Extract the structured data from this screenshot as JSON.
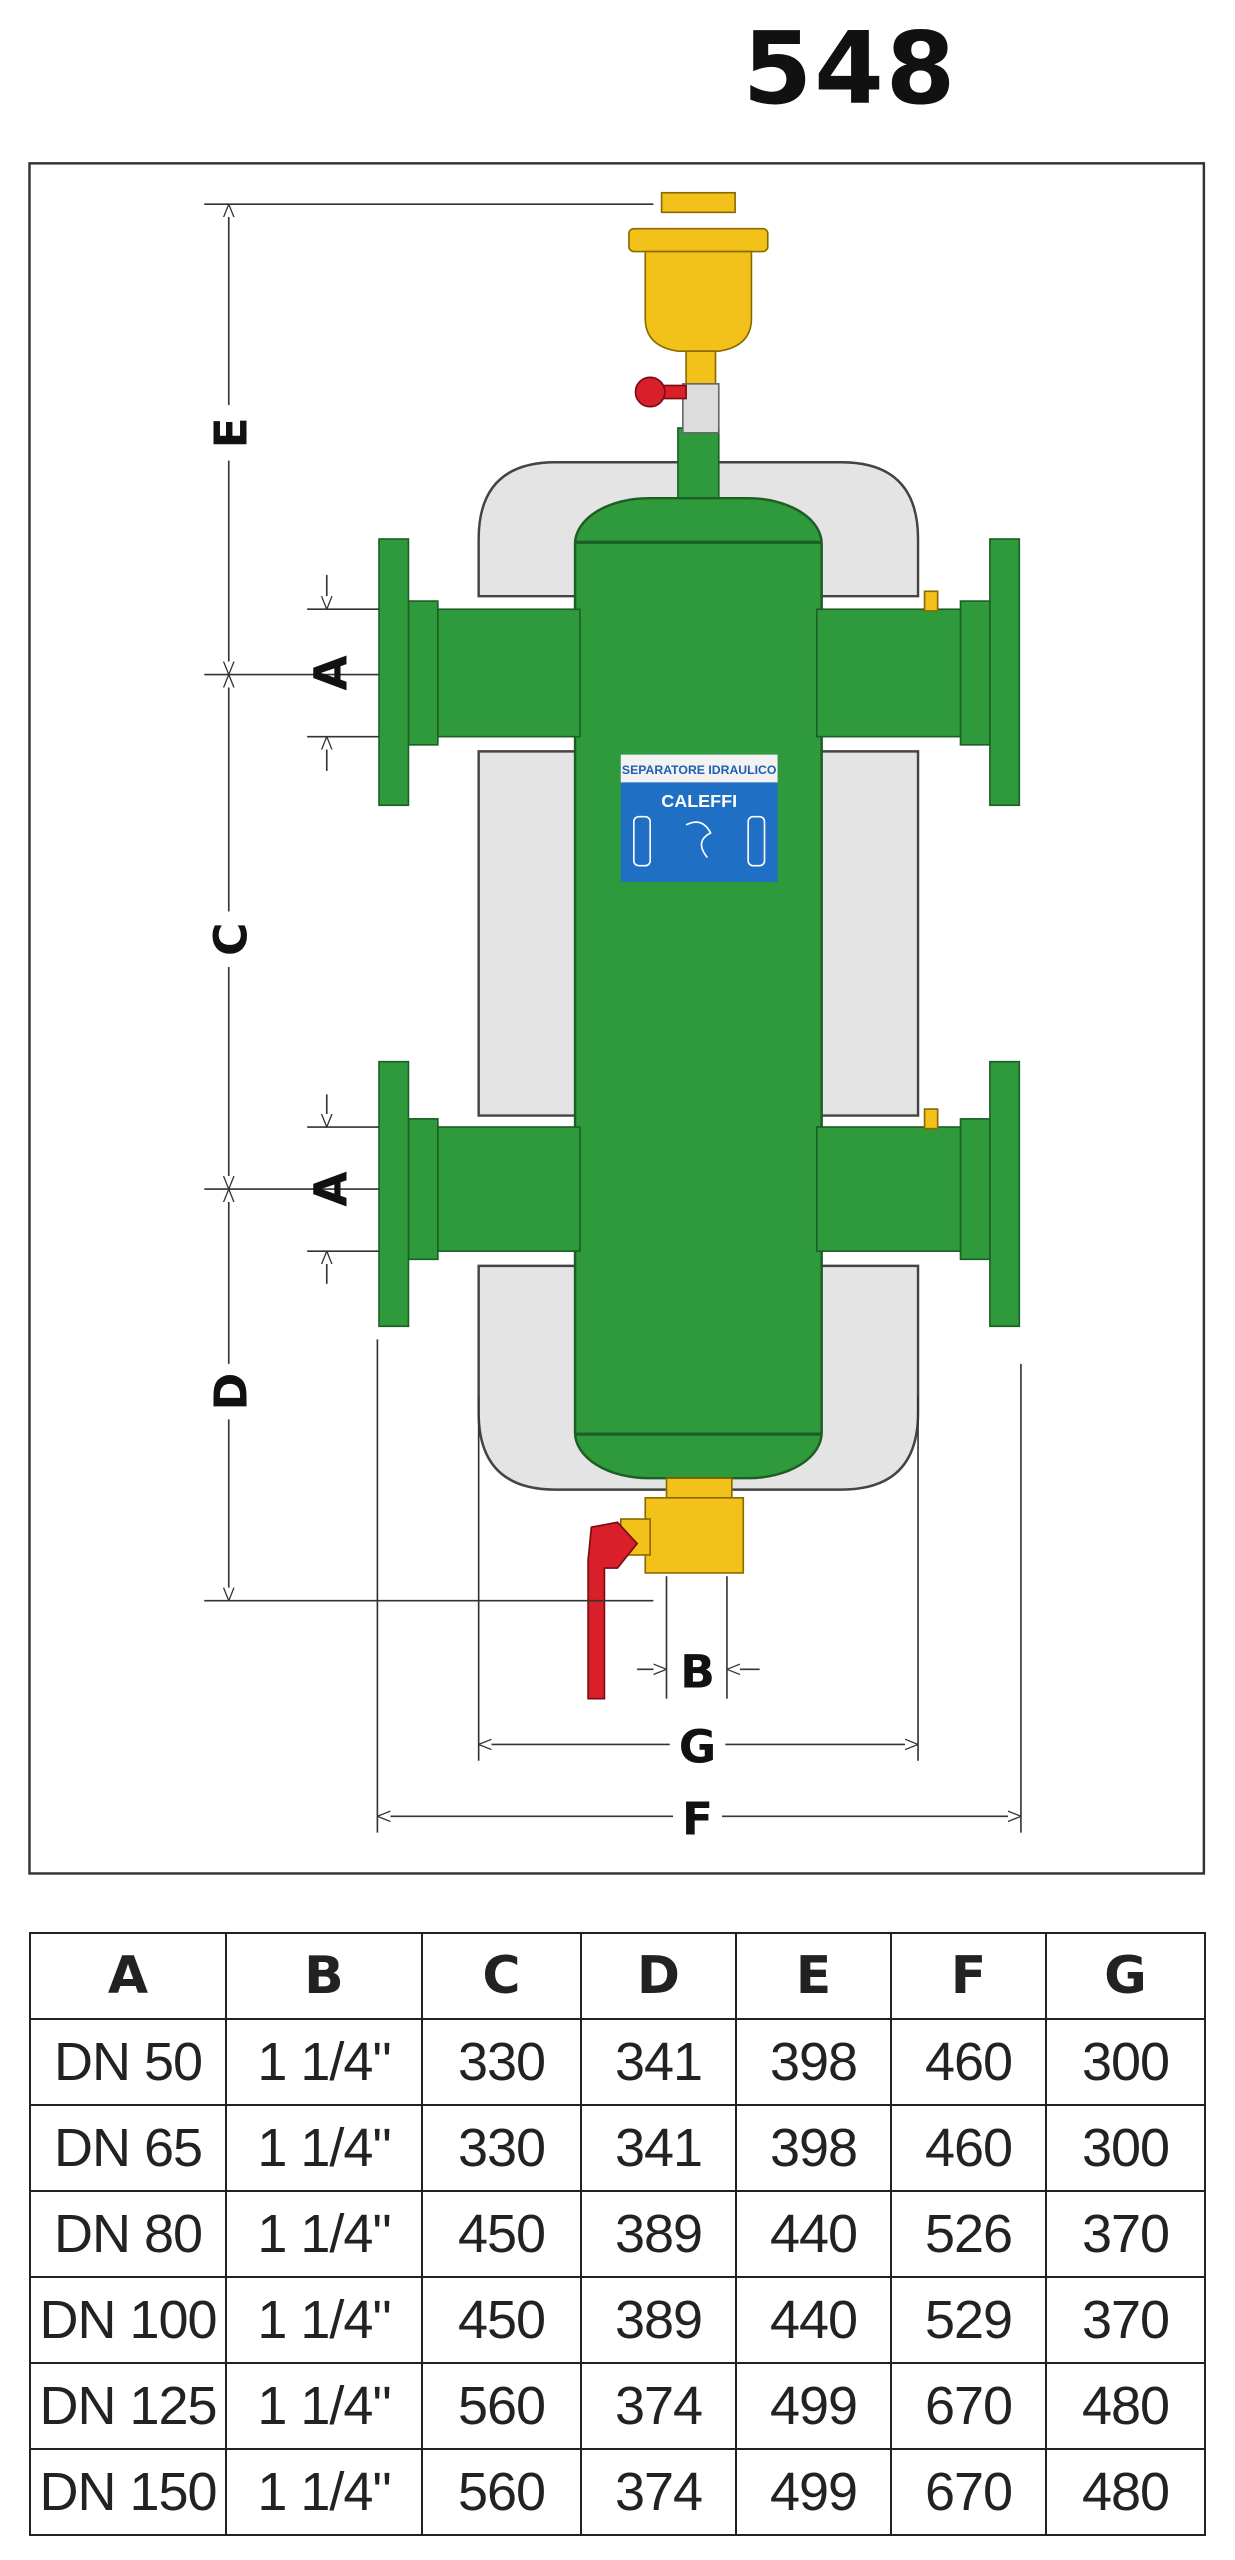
{
  "title": "548",
  "drawing": {
    "dimension_labels": {
      "E": "E",
      "A_top": "A",
      "C": "C",
      "A_bottom": "A",
      "D": "D",
      "B": "B",
      "G": "G",
      "F": "F"
    },
    "plaque": {
      "line1": "SEPARATORE IDRAULICO",
      "brand": "CALEFFI"
    },
    "colors": {
      "vessel": "#2f9a3c",
      "insulation": "#e4e4e4",
      "brass": "#f2c21b",
      "valve_handle": "#d9202a",
      "plaque": "#1f6fc4"
    }
  },
  "table": {
    "headers": [
      "A",
      "B",
      "C",
      "D",
      "E",
      "F",
      "G"
    ],
    "rows": [
      [
        "DN 50",
        "1 1/4\"",
        "330",
        "341",
        "398",
        "460",
        "300"
      ],
      [
        "DN 65",
        "1 1/4\"",
        "330",
        "341",
        "398",
        "460",
        "300"
      ],
      [
        "DN 80",
        "1 1/4\"",
        "450",
        "389",
        "440",
        "526",
        "370"
      ],
      [
        "DN 100",
        "1 1/4\"",
        "450",
        "389",
        "440",
        "529",
        "370"
      ],
      [
        "DN 125",
        "1 1/4\"",
        "560",
        "374",
        "499",
        "670",
        "480"
      ],
      [
        "DN 150",
        "1 1/4\"",
        "560",
        "374",
        "499",
        "670",
        "480"
      ]
    ]
  }
}
